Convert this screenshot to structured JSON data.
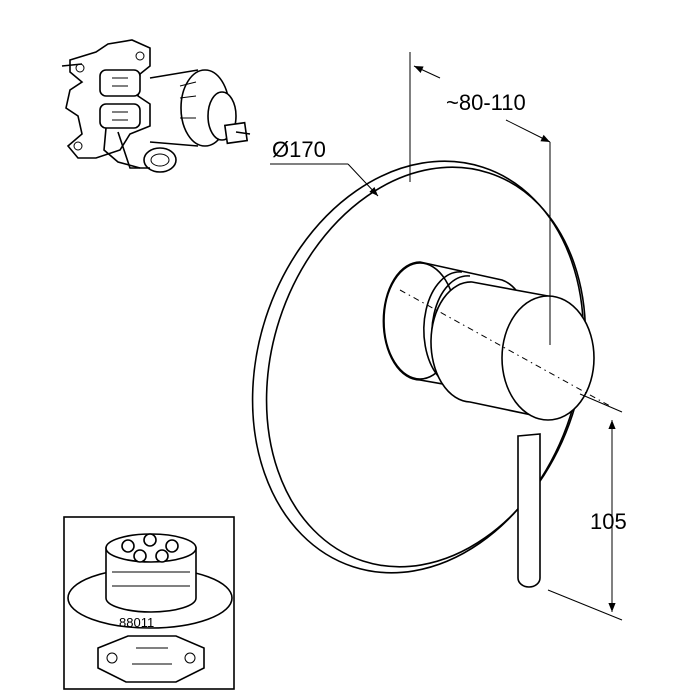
{
  "drawing": {
    "diameter_label": "Ø170",
    "depth_label": "~80-110",
    "height_label": "105",
    "inset_part_number": "88011"
  }
}
